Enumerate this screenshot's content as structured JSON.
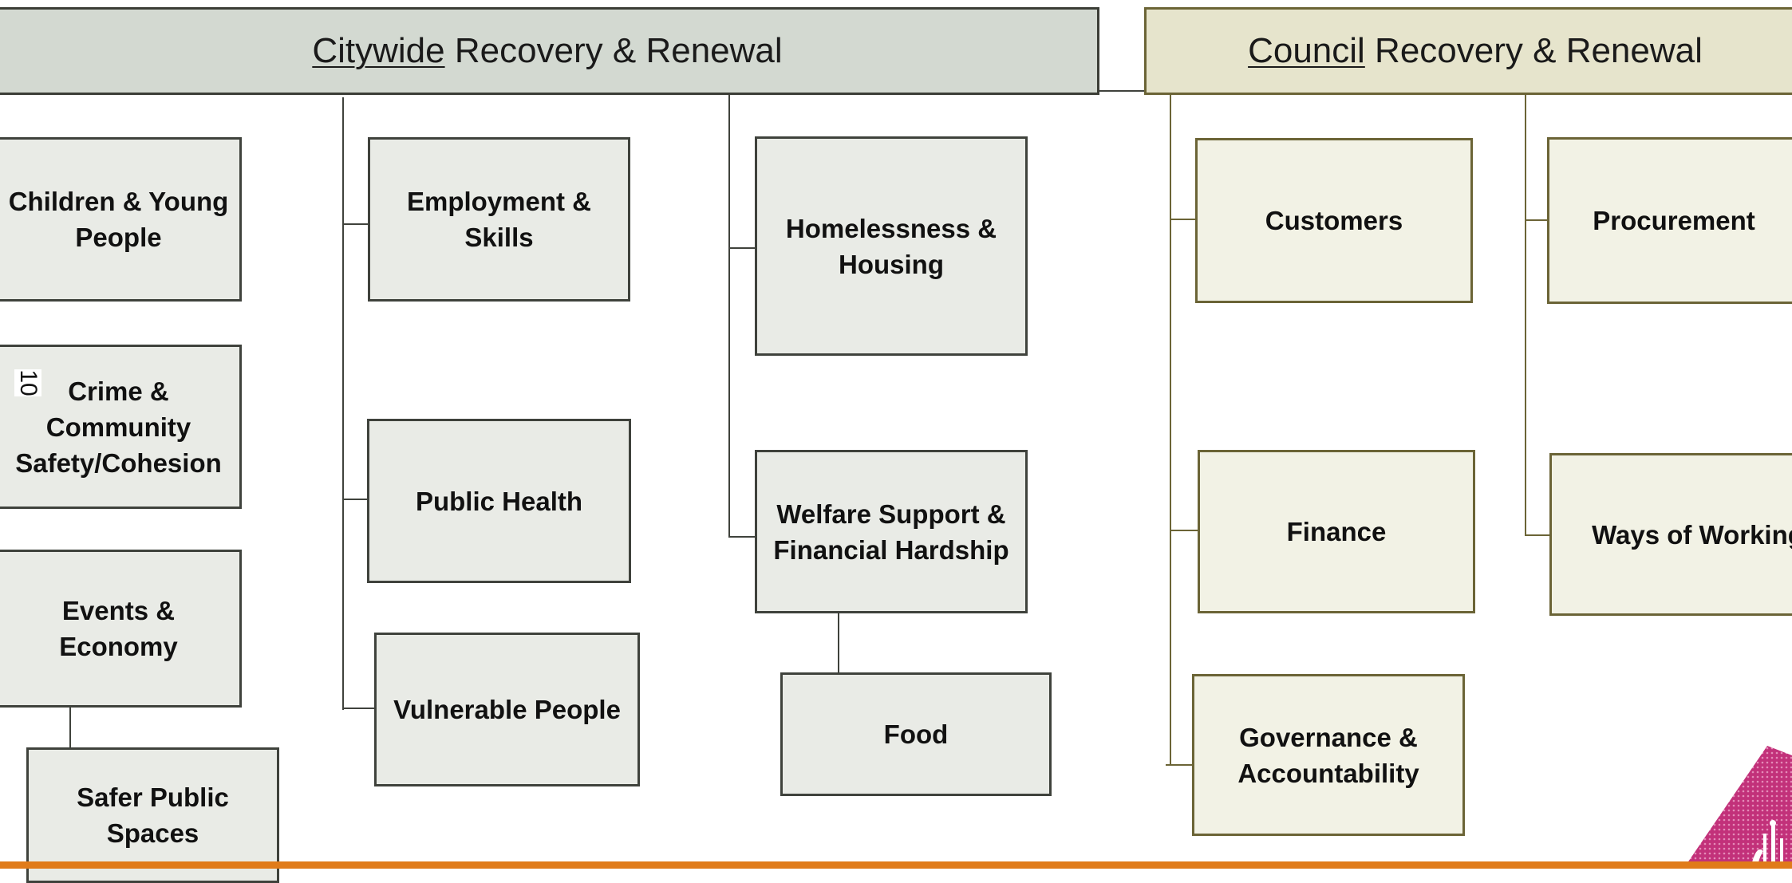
{
  "headers": {
    "citywide": {
      "underlined": "Citywide",
      "rest": " Recovery & Renewal"
    },
    "council": {
      "underlined": "Council",
      "rest": " Recovery & Renewal"
    }
  },
  "citywide": {
    "children_young_people": "Children & Young People",
    "crime_community": "Crime & Community Safety/Cohesion",
    "events_economy": "Events & Economy",
    "safer_public_spaces": "Safer Public Spaces",
    "employment_skills": "Employment & Skills",
    "public_health": "Public Health",
    "vulnerable_people": "Vulnerable People",
    "homelessness_housing": "Homelessness & Housing",
    "welfare_support": "Welfare Support & Financial Hardship",
    "food": "Food"
  },
  "council": {
    "customers": "Customers",
    "finance": "Finance",
    "governance": "Governance & Accountability",
    "procurement": "Procurement",
    "ways_of_working": "Ways of Working"
  },
  "page_number": "10",
  "colors": {
    "citywide_header": "#d3d9d1",
    "council_header": "#e6e4cc",
    "citywide_box": "#e9ebe6",
    "council_box": "#f2f2e5",
    "accent_bar": "#e07b1a",
    "logo_magenta": "#c2317a"
  }
}
